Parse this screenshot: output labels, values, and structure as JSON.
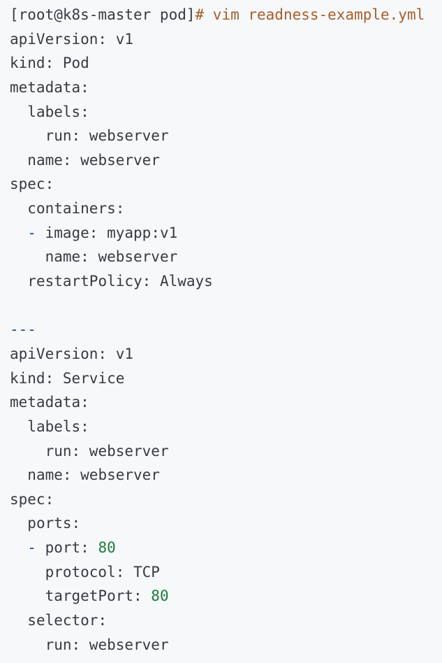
{
  "terminal": {
    "prompt": "[root@k8s-master pod]",
    "command": "# vim readness-example.yml"
  },
  "yaml": {
    "pod": {
      "api_key": "apiVersion: ",
      "api_val": "v1",
      "kind_key": "kind: ",
      "kind_val": "Pod",
      "metadata": "metadata:",
      "labels": "labels:",
      "run_key": "run: ",
      "run_val": "webserver",
      "name_key": "name: ",
      "name_val": "webserver",
      "spec": "spec:",
      "containers": "containers:",
      "dash": "- ",
      "image_key": "image: ",
      "image_val": "myapp:v1",
      "cname_key": "name: ",
      "cname_val": "webserver",
      "restart_key": "restartPolicy: ",
      "restart_val": "Always"
    },
    "separator": "---",
    "service": {
      "api_key": "apiVersion: ",
      "api_val": "v1",
      "kind_key": "kind: ",
      "kind_val": "Service",
      "metadata": "metadata:",
      "labels": "labels:",
      "run_key": "run: ",
      "run_val": "webserver",
      "name_key": "name: ",
      "name_val": "webserver",
      "spec": "spec:",
      "ports": "ports:",
      "dash": "- ",
      "port_key": "port: ",
      "port_val": "80",
      "protocol_key": "protocol: ",
      "protocol_val": "TCP",
      "target_key": "targetPort: ",
      "target_val": "80",
      "selector": "selector:",
      "srun_key": "run: ",
      "srun_val": "webserver"
    }
  }
}
